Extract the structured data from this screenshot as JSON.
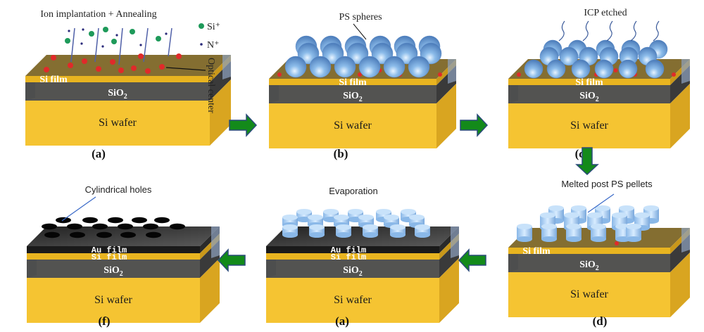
{
  "figure": {
    "panels": [
      {
        "id": "a",
        "label": "(a)",
        "title": "Ion implantation + Annealing",
        "legend": [
          {
            "symbol": "green-dot",
            "text": "Si⁺"
          },
          {
            "symbol": "navy-dot",
            "text": "N⁺"
          }
        ],
        "annotation": "Optical center",
        "layers": {
          "film": "Si film",
          "oxide": "SiO",
          "oxide_sub": "2",
          "wafer": "Si wafer"
        }
      },
      {
        "id": "b",
        "label": "(b)",
        "title": "PS spheres",
        "layers": {
          "film": "Si film",
          "oxide": "SiO",
          "oxide_sub": "2",
          "wafer": "Si wafer"
        }
      },
      {
        "id": "c",
        "label": "(c)",
        "title": "ICP etched",
        "layers": {
          "film": "Si film",
          "oxide": "SiO",
          "oxide_sub": "2",
          "wafer": "Si wafer"
        }
      },
      {
        "id": "d",
        "label": "(d)",
        "title": "Melted post PS pellets",
        "layers": {
          "film": "Si film",
          "oxide": "SiO",
          "oxide_sub": "2",
          "wafer": "Si wafer"
        }
      },
      {
        "id": "e",
        "label": "(a)",
        "title": "Evaporation",
        "layers": {
          "au": "Au film",
          "film": "Si film",
          "oxide": "SiO",
          "oxide_sub": "2",
          "wafer": "Si wafer"
        }
      },
      {
        "id": "f",
        "label": "(f)",
        "title": "Cylindrical holes",
        "layers": {
          "au": "Au film",
          "film": "Si film",
          "oxide": "SiO",
          "oxide_sub": "2",
          "wafer": "Si wafer"
        }
      }
    ],
    "colors": {
      "wafer": "#f5c432",
      "wafer_side": "#d9a520",
      "oxide": "#4a4a48",
      "film": "#e8b420",
      "film_top": "#7a6220",
      "au": "#1a1a1a",
      "au_top": "#3a3a3a",
      "sphere": "#7aaee0",
      "red_dot": "#e02a2a",
      "si_ion": "#1e9a5a",
      "n_ion": "#2a2a7a",
      "arrow": "#138a1a",
      "arrow_edge": "#2a4a7a"
    }
  }
}
